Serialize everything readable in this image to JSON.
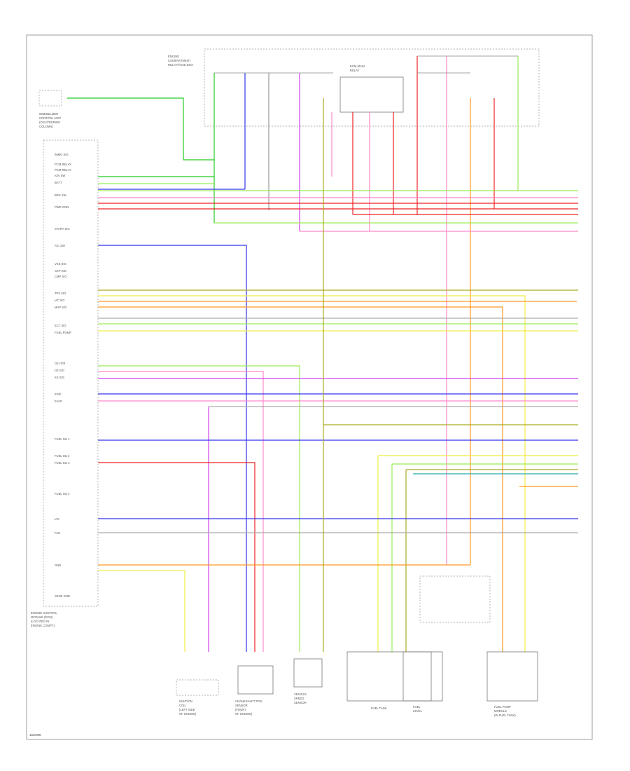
{
  "diagram": {
    "page_id": "15/2008",
    "ecm_name": [
      "ENGINE CONTROL",
      "MODULE (ECM)",
      "(LOCATED IN",
      "ENGINE COMPT.)"
    ],
    "immobilizer": [
      "IMMOBILIZER",
      "CONTROL UNIT",
      "(ON STEERING",
      "COLUMN)"
    ],
    "relay_box": [
      "ENGINE",
      "COMPARTMENT",
      "RELAY/FUSE BOX"
    ],
    "main_relay": [
      "ECM MAIN",
      "RELAY"
    ],
    "ecm_pins": [
      "IMMO SIG",
      "PCM RELAY",
      "PCM RELAY",
      "IGN SW",
      "BATT",
      "BRK SW",
      "PWR GND",
      "START SIG",
      "A/C SW",
      "VSS SIG",
      "CKP SIG",
      "CMP SIG",
      "TPS SIG",
      "IAT SIG",
      "MAP SIG",
      "ECT SIG",
      "FUEL PUMP",
      "O2 HTR",
      "O2 SIG",
      "KS SIG",
      "EGR",
      "EVAP",
      "FUEL INJ 1",
      "FUEL INJ 2",
      "FUEL INJ 3",
      "FUEL INJ 4",
      "IAC",
      "FAN",
      "GND",
      "SENS GND"
    ],
    "bottom_components": [
      {
        "name": "ignition_coil",
        "label": [
          "IGNITION",
          "COIL",
          "(LEFT SIDE",
          "OF ENGINE)"
        ]
      },
      {
        "name": "crankshaft_sensor",
        "label": [
          "CRANKSHAFT POS",
          "SENSOR",
          "(FRONT",
          "OF ENGINE)"
        ]
      },
      {
        "name": "vss",
        "label": [
          "VEHICLE",
          "SPEED",
          "SENSOR"
        ]
      },
      {
        "name": "fuel_tank",
        "label": [
          "FUEL TANK"
        ]
      },
      {
        "name": "fuel_level",
        "label": [
          "FUEL",
          "LEVEL"
        ]
      },
      {
        "name": "fuel_pump",
        "label": [
          "FUEL PUMP",
          "MODULE",
          "(IN FUEL TANK)"
        ]
      }
    ],
    "colors": {
      "green": "#22cc22",
      "light_green": "#99ee55",
      "blue": "#3333ee",
      "red": "#ee2222",
      "pink": "#ff88cc",
      "violet": "#cc44ee",
      "yellow": "#eeee44",
      "orange": "#ff9922",
      "olive": "#aaaa22",
      "gray": "#aaaaaa",
      "cyan": "#22aaaa",
      "black": "#444444"
    }
  }
}
